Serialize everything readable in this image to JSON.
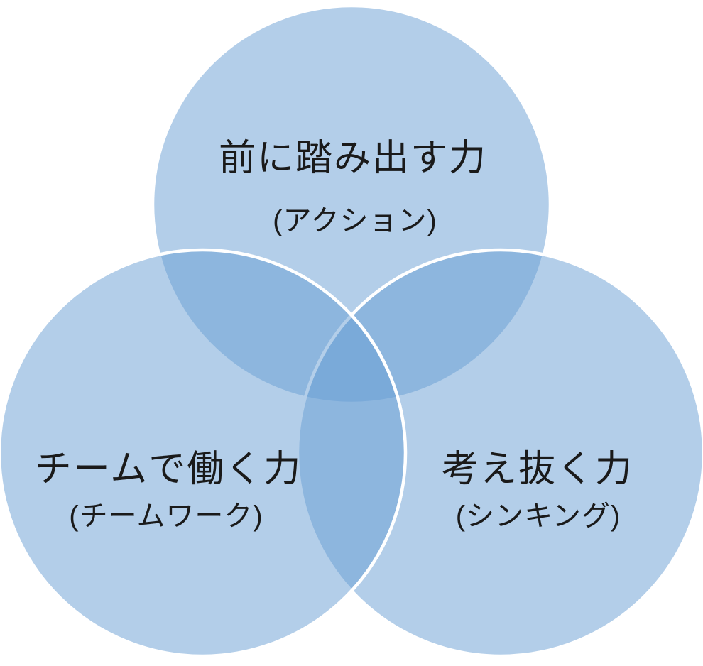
{
  "diagram": {
    "type": "venn",
    "background_color": "#ffffff",
    "circle_fill": "#679dd3",
    "circle_fill_opacity": "0.5",
    "circle_stroke": "#ffffff",
    "circle_stroke_width": "4.5",
    "text_color": "#1a1a1a",
    "region_colors": {
      "single": "#b3cee9",
      "double_overlap": "#8ab4dd",
      "triple_overlap": "#74a5d4"
    },
    "circles": [
      {
        "id": "action",
        "title": "前に踏み出す力",
        "subtitle": "(アクション)",
        "position": "top"
      },
      {
        "id": "teamwork",
        "title": "チームで働く力",
        "subtitle": "(チームワーク)",
        "position": "bottom-left"
      },
      {
        "id": "thinking",
        "title": "考え抜く力",
        "subtitle": "(シンキング)",
        "position": "bottom-right"
      }
    ]
  }
}
